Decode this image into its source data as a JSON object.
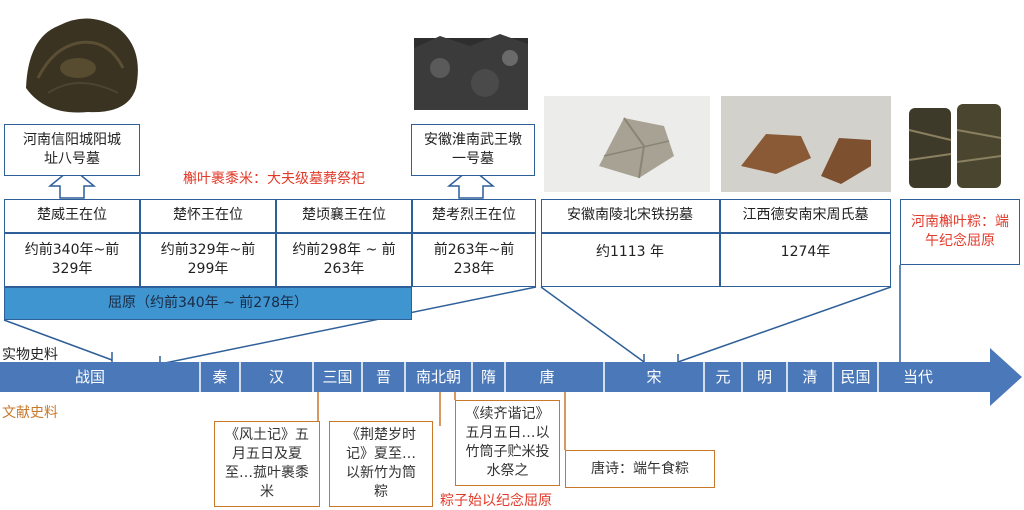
{
  "photos": [
    {
      "name": "photo-xinyang-leaf",
      "kind": "leaf"
    },
    {
      "name": "photo-huainan-black",
      "kind": "black"
    },
    {
      "name": "photo-lingbei",
      "kind": "pale"
    },
    {
      "name": "photo-dean",
      "kind": "pair"
    },
    {
      "name": "photo-henan-zongzi",
      "kind": "zongzi"
    }
  ],
  "top_boxes": {
    "xinyang": "河南信阳城阳城址八号墓",
    "huainan": "安徽淮南武王墩一号墓",
    "red_note": "槲叶裹黍米：大夫级墓葬祭祀"
  },
  "kings": [
    {
      "name": "楚威王在位",
      "period": "约前340年~前329年"
    },
    {
      "name": "楚怀王在位",
      "period": "约前329年~前299年"
    },
    {
      "name": "楚顷襄王在位",
      "period": "约前298年 ~ 前263年"
    },
    {
      "name": "楚考烈王在位",
      "period": "前263年~前238年"
    }
  ],
  "quyuan": "屈原（约前340年 ~ 前278年）",
  "finds": [
    {
      "place": "安徽南陵北宋铁拐墓",
      "year": "约1113 年"
    },
    {
      "place": "江西德安南宋周氏墓",
      "year": "1274年"
    }
  ],
  "henan_note": "河南槲叶粽：端午纪念屈原",
  "labels": {
    "physical": "实物史料",
    "documentary": "文献史料"
  },
  "timeline": [
    "战国",
    "秦",
    "汉",
    "三国",
    "晋",
    "南北朝",
    "隋",
    "唐",
    "宋",
    "元",
    "明",
    "清",
    "民国",
    "当代"
  ],
  "docs": {
    "fengtu": "《风土记》五月五日及夏至…菰叶裹黍米",
    "jingchu": "《荆楚岁时记》夏至…以新竹为筒粽",
    "xuqi": "《续齐谐记》五月五日…以竹筒子贮米投水祭之",
    "tang": "唐诗：端午食粽",
    "red_note": "粽子始以纪念屈原"
  },
  "colors": {
    "timeline": "#4a78b8",
    "box_border": "#2f5f99",
    "doc_border": "#c8782a",
    "red": "#e23a2a",
    "quyuan_bg": "#3f95d0"
  }
}
